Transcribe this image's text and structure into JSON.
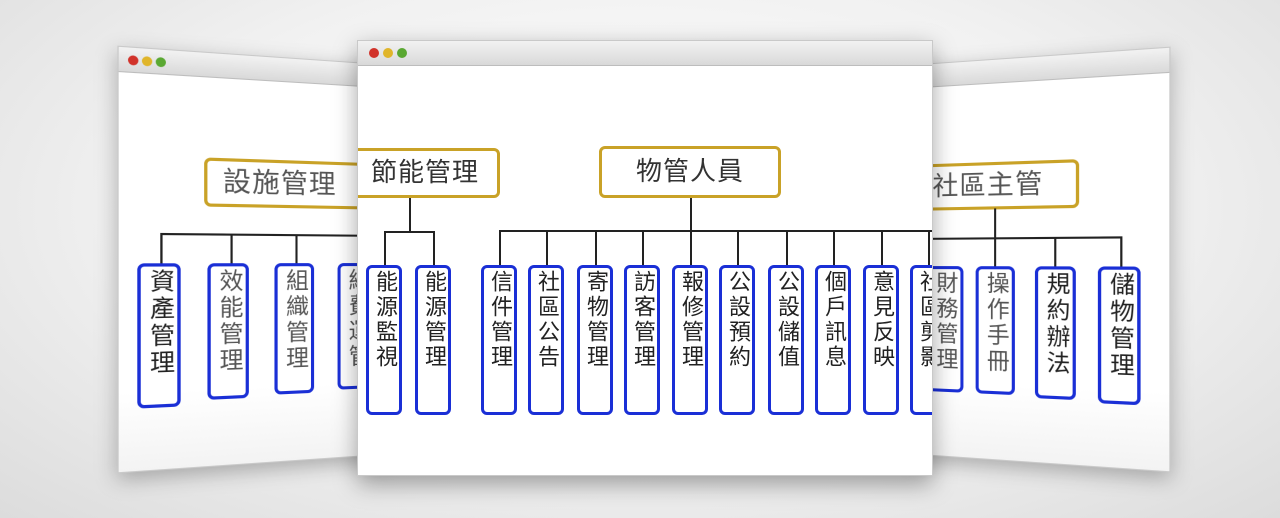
{
  "left_window": {
    "header": "設施管理",
    "items": [
      "資產管理",
      "效能管理",
      "組織管理",
      "經費運管"
    ]
  },
  "center_window": {
    "energy": {
      "header": "節能管理",
      "items": [
        "能源監視",
        "能源管理"
      ]
    },
    "staff": {
      "header": "物管人員",
      "items": [
        "信件管理",
        "社區公告",
        "寄物管理",
        "訪客管理",
        "報修管理",
        "公設預約",
        "公設儲值",
        "個戶訊息",
        "意見反映",
        "社區剪影"
      ]
    }
  },
  "right_window": {
    "header": "社區主管",
    "items": [
      "財務管理",
      "操作手冊",
      "規約辦法",
      "儲物管理"
    ]
  },
  "colors": {
    "header_border": "#c9a227",
    "item_border": "#1a2fd6",
    "traffic_lights": [
      "#d1322a",
      "#e0b52a",
      "#5aa832"
    ]
  }
}
